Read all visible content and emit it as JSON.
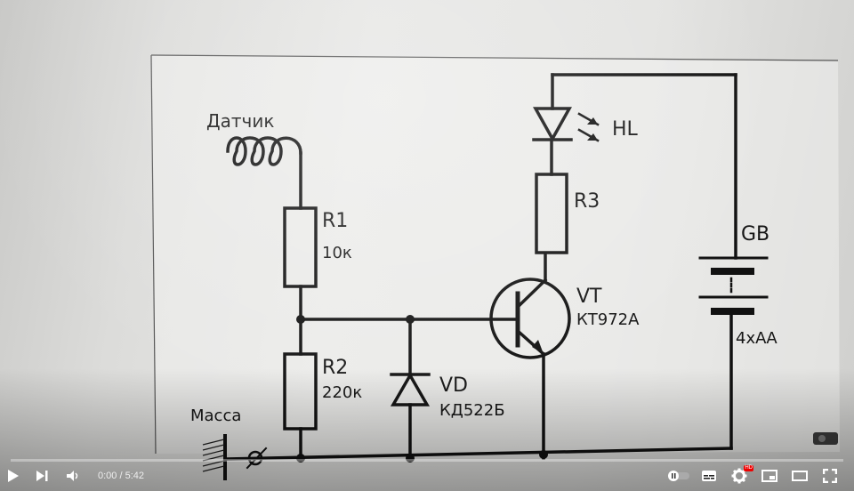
{
  "schematic": {
    "sensor_label": "Датчик",
    "r1_name": "R1",
    "r1_value": "10к",
    "r2_name": "R2",
    "r2_value": "220к",
    "r3_name": "R3",
    "hl_name": "HL",
    "vt_name": "VT",
    "vt_value": "КТ972А",
    "vd_name": "VD",
    "vd_value": "КД522Б",
    "gb_name": "GB",
    "gb_value": "4хАА",
    "ground_label": "Масса"
  },
  "player": {
    "time_current": "0:00",
    "time_separator": " / ",
    "time_total": "5:42",
    "progress": 0,
    "progress_color": "#ff0000",
    "settings_badge": "HD",
    "icons": [
      "play-icon",
      "next-icon",
      "volume-icon",
      "autoplay-toggle-icon",
      "subtitles-icon",
      "settings-icon",
      "miniplayer-icon",
      "theater-icon",
      "fullscreen-icon"
    ]
  }
}
